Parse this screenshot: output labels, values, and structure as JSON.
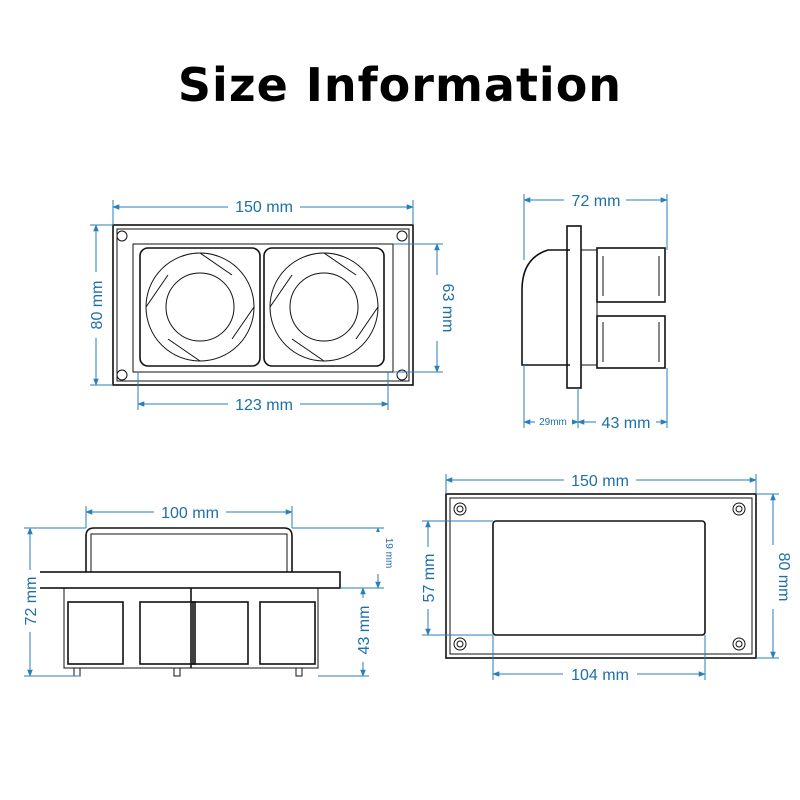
{
  "title": "Size Information",
  "colors": {
    "dimension": "#1d6fa8",
    "outline": "#111111"
  },
  "dimensions": {
    "front_width": "150 mm",
    "front_height": "80 mm",
    "front_fan_height": "63 mm",
    "front_fan_width": "123 mm",
    "side_width": "72 mm",
    "side_depth_left": "29mm",
    "side_depth_right": "43 mm",
    "bottom_handle_width": "100 mm",
    "bottom_flange": "19 mm",
    "bottom_height": "72 mm",
    "bottom_body": "43 mm",
    "back_width": "150 mm",
    "back_height": "80 mm",
    "back_opening_height": "57 mm",
    "back_opening_width": "104 mm"
  }
}
